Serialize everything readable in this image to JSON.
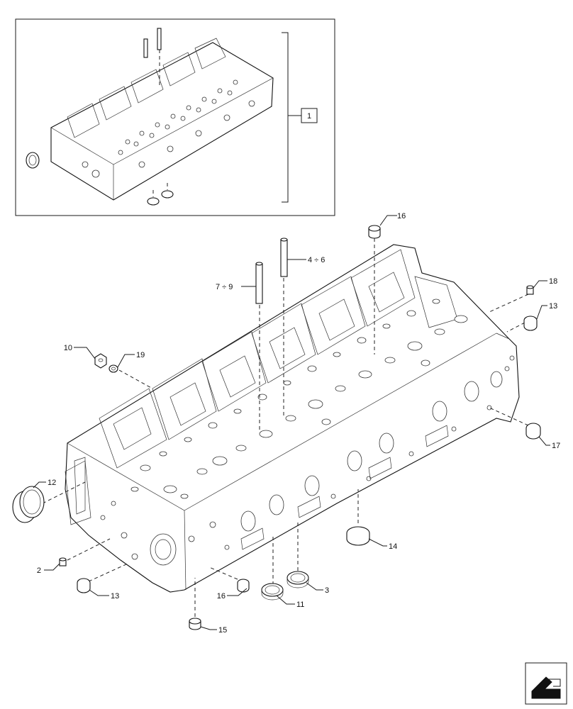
{
  "inset": {
    "label": "1"
  },
  "callouts": {
    "c16_top": "16",
    "c4_6": "4 ÷ 6",
    "c7_9": "7 ÷ 9",
    "c18": "18",
    "c13_right": "13",
    "c10": "10",
    "c19": "19",
    "c17": "17",
    "c12": "12",
    "c14": "14",
    "c2": "2",
    "c13_bottom": "13",
    "c3": "3",
    "c16_bottom": "16",
    "c11": "11",
    "c15": "15"
  },
  "icons": {
    "corner": "next-page-arrow-icon"
  }
}
